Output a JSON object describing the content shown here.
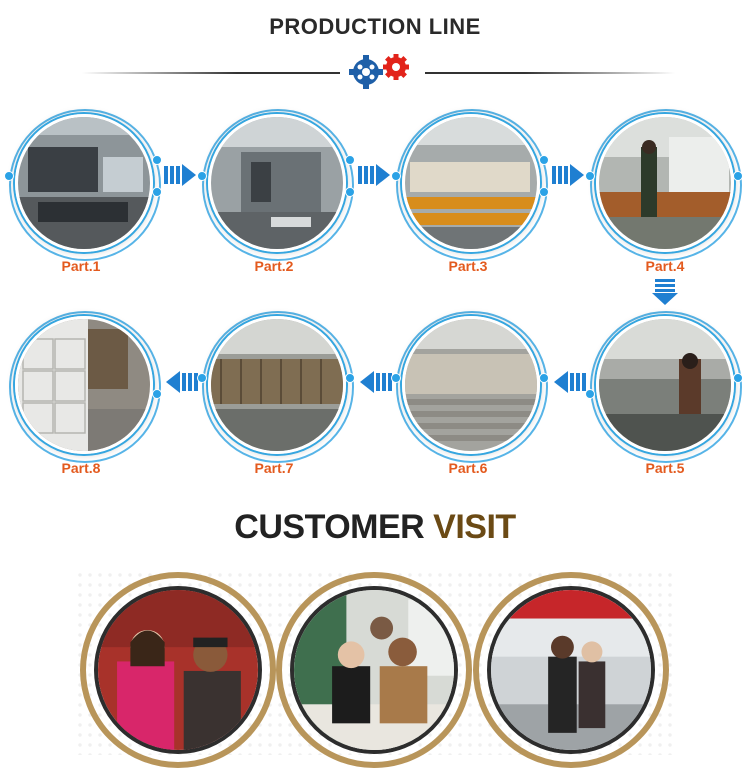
{
  "production": {
    "title": "PRODUCTION LINE",
    "parts": [
      "Part.1",
      "Part.2",
      "Part.3",
      "Part.4",
      "Part.5",
      "Part.6",
      "Part.7",
      "Part.8"
    ],
    "photos": [
      "laser-cutting-machine-photo",
      "machine-feeding-photo",
      "cutting-line-photo",
      "worker-at-machine-photo",
      "assembly-worker-photo",
      "roller-conveyor-photo",
      "conveyor-line-photo",
      "packed-boxes-photo"
    ]
  },
  "customer": {
    "title_a": "CUSTOMER ",
    "title_b": "VISIT",
    "photos": [
      "customer-visit-photo-1",
      "customer-visit-photo-2",
      "customer-visit-photo-3"
    ]
  },
  "colors": {
    "label": "#e35a1e",
    "accent_blue": "#2ba2e6",
    "gold": "#b8955a",
    "visit_brown": "#6b4a15"
  }
}
